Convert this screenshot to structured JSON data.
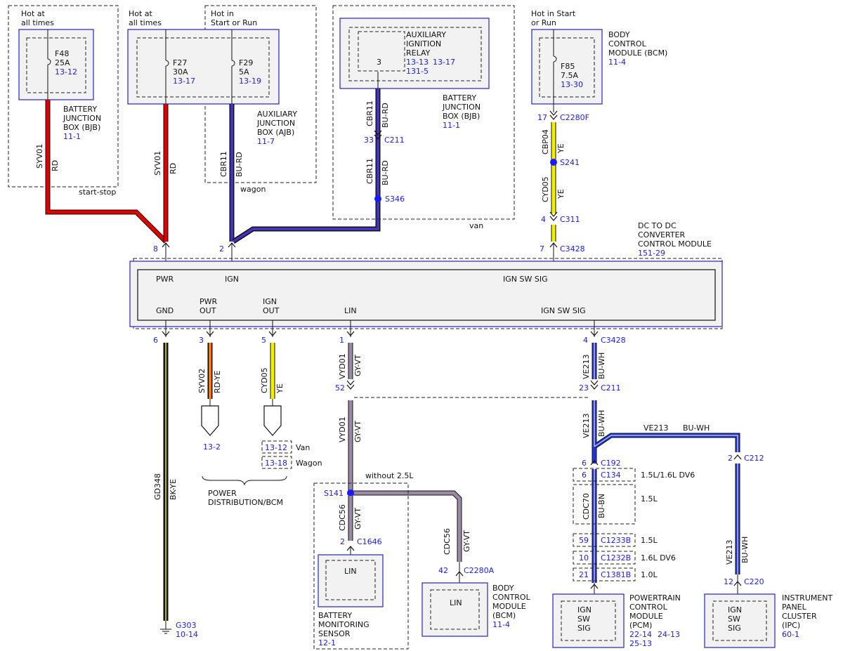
{
  "colors": {
    "red": "#e00000",
    "blue_red": "#4433bb",
    "yellow": "#f2f200",
    "blue_white": "#2233dd",
    "gray_violet": "#9a8aa6",
    "black_yellow": "#111111",
    "ref_text": "#1a1aff",
    "module_border": "#3333cc"
  },
  "supplies": {
    "hot_at_all_times_1": [
      "Hot at",
      "all times"
    ],
    "hot_at_all_times_2": [
      "Hot at",
      "all times"
    ],
    "hot_in_start_or_run_1": [
      "Hot in",
      "Start or Run"
    ],
    "hot_in_start_or_run_2": [
      "Hot in Start",
      "or Run"
    ]
  },
  "fuses": {
    "f48": {
      "name": "F48",
      "rating": "25A",
      "ref": "13-12"
    },
    "f27": {
      "name": "F27",
      "rating": "30A",
      "ref": "13-17"
    },
    "f29": {
      "name": "F29",
      "rating": "5A",
      "ref": "13-19"
    },
    "f85": {
      "name": "F85",
      "rating": "7.5A",
      "ref": "13-30"
    }
  },
  "modules": {
    "bjb_left": {
      "lines": [
        "BATTERY",
        "JUNCTION",
        "BOX (BJB)"
      ],
      "ref": "11-1"
    },
    "ajb": {
      "lines": [
        "AUXILIARY",
        "JUNCTION",
        "BOX (AJB)"
      ],
      "ref": "11-7"
    },
    "aux_relay": {
      "lines": [
        "AUXILIARY",
        "IGNITION",
        "RELAY"
      ],
      "pin": "3",
      "ref1": "13-13",
      "ref2": "13-17",
      "ref3": "131-5"
    },
    "bjb_right": {
      "lines": [
        "BATTERY",
        "JUNCTION",
        "BOX (BJB)"
      ],
      "ref": "11-1"
    },
    "bcm_top": {
      "lines": [
        "BODY",
        "CONTROL",
        "MODULE (BCM)"
      ],
      "ref": "11-4"
    },
    "dcdc": {
      "lines": [
        "DC TO DC",
        "CONVERTER",
        "CONTROL MODULE"
      ],
      "ref": "151-29"
    },
    "bms": {
      "lines": [
        "BATTERY",
        "MONITORING",
        "SENSOR"
      ],
      "ref": "12-1",
      "pin_label": "LIN"
    },
    "bcm_bottom": {
      "lines": [
        "BODY",
        "CONTROL",
        "MODULE",
        "(BCM)"
      ],
      "ref": "11-4",
      "pin_label": "LIN"
    },
    "pcm": {
      "lines": [
        "POWERTRAIN",
        "CONTROL",
        "MODULE",
        "(PCM)"
      ],
      "ref1": "22-14",
      "ref2": "24-13",
      "ref3": "25-13",
      "pin_label": [
        "IGN",
        "SW",
        "SIG"
      ]
    },
    "ipc": {
      "lines": [
        "INSTRUMENT",
        "PANEL",
        "CLUSTER",
        "(IPC)"
      ],
      "ref": "60-1",
      "pin_label": [
        "IGN",
        "SW",
        "SIG"
      ]
    }
  },
  "dcdc_pins": {
    "top": {
      "pwr": "PWR",
      "ign": "IGN",
      "ign_sw_sig": "IGN SW SIG"
    },
    "bottom": {
      "gnd": "GND",
      "pwr_out": [
        "PWR",
        "OUT"
      ],
      "ign_out": [
        "IGN",
        "OUT"
      ],
      "lin": "LIN",
      "ign_sw_sig": "IGN SW SIG"
    }
  },
  "wires": {
    "syv01_a": {
      "circuit": "SYV01",
      "color": "RD"
    },
    "syv01_b": {
      "circuit": "SYV01",
      "color": "RD"
    },
    "cbr11_a": {
      "circuit": "CBR11",
      "color": "BU-RD"
    },
    "cbr11_b": {
      "circuit": "CBR11",
      "color": "BU-RD"
    },
    "cbr11_c": {
      "circuit": "CBR11",
      "color": "BU-RD"
    },
    "cbp04": {
      "circuit": "CBP04",
      "color": "YE"
    },
    "cyd05_a": {
      "circuit": "CYD05",
      "color": "YE"
    },
    "gd348": {
      "circuit": "GD348",
      "color": "BK-YE"
    },
    "syv02": {
      "circuit": "SYV02",
      "color": "RD-YE"
    },
    "cyd05_b": {
      "circuit": "CYD05",
      "color": "YE"
    },
    "vyd01_a": {
      "circuit": "VYD01",
      "color": "GY-VT"
    },
    "vyd01_b": {
      "circuit": "VYD01",
      "color": "GY-VT"
    },
    "cdc56_a": {
      "circuit": "CDC56",
      "color": "GY-VT"
    },
    "cdc56_b": {
      "circuit": "CDC56",
      "color": "GY-VT"
    },
    "ve213_a": {
      "circuit": "VE213",
      "color": "BU-WH"
    },
    "ve213_b": {
      "circuit": "VE213",
      "color": "BU-WH"
    },
    "ve213_c": {
      "circuit": "VE213",
      "color": "BU-WH"
    },
    "ve213_d": {
      "circuit": "VE213",
      "color": "BU-WH"
    },
    "cdc70": {
      "circuit": "CDC70",
      "color": "BU-BN"
    }
  },
  "connectors": {
    "pin8": "8",
    "pin2": "2",
    "pin7": "7",
    "c211_top": {
      "pin": "33",
      "name": "C211"
    },
    "s346": "S346",
    "c2280f": {
      "pin": "17",
      "name": "C2280F"
    },
    "s241": "S241",
    "c311": {
      "pin": "4",
      "name": "C311"
    },
    "c3428_top": "C3428",
    "pin6": "6",
    "pin3": "3",
    "pin5": "5",
    "pin1": "1",
    "c3428_bottom": {
      "pin": "4",
      "name": "C3428"
    },
    "pin52": "52",
    "c211_bottom": {
      "pin": "23",
      "name": "C211"
    },
    "s141": "S141",
    "c1646": {
      "pin": "2",
      "name": "C1646"
    },
    "c2280a": {
      "pin": "42",
      "name": "C2280A"
    },
    "c192": {
      "pin": "6",
      "name": "C192"
    },
    "c134": {
      "pin": "6",
      "name": "C134"
    },
    "c1233b": {
      "pin": "59",
      "name": "C1233B"
    },
    "c1232b": {
      "pin": "10",
      "name": "C1232B"
    },
    "c1381b": {
      "pin": "21",
      "name": "C1381B"
    },
    "c212": {
      "pin": "2",
      "name": "C212"
    },
    "c220": {
      "pin": "12",
      "name": "C220"
    },
    "g303": {
      "name": "G303",
      "ref": "10-14"
    }
  },
  "variants": {
    "start_stop": "start-stop",
    "wagon_top": "wagon",
    "van_top": "van",
    "van_ref": {
      "ref": "13-12",
      "label": "Van"
    },
    "wagon_ref": {
      "ref": "13-18",
      "label": "Wagon"
    },
    "without_25": "without 2.5L",
    "dv6_15_16": "1.5L/1.6L DV6",
    "l15_a": "1.5L",
    "l15_b": "1.5L",
    "dv6_16": "1.6L DV6",
    "l10": "1.0L"
  },
  "refs": {
    "syv02_ref": "13-2"
  },
  "power_distribution": [
    "POWER",
    "DISTRIBUTION/BCM"
  ]
}
